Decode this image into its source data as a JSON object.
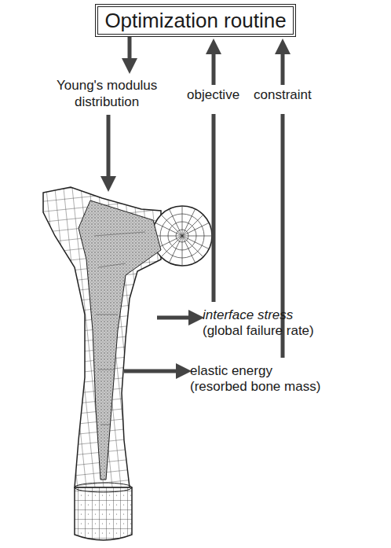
{
  "diagram": {
    "nodes": [
      {
        "text": [
          "Optimization routine"
        ]
      }
    ],
    "edges": [],
    "labels": [
      "Young's modulus",
      "distribution",
      "objective",
      "constraint",
      "interface stress",
      "(global failure rate)",
      "elastic energy",
      "(resorbed bone mass)"
    ]
  }
}
